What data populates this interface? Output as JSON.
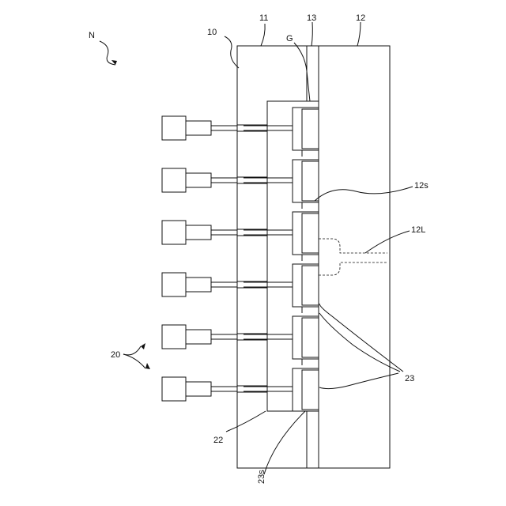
{
  "figure": {
    "labels": {
      "n": "N",
      "ref_10": "10",
      "ref_11": "11",
      "ref_13": "13",
      "ref_12": "12",
      "g": "G",
      "ref_12s": "12s",
      "ref_12l": "12L",
      "ref_20": "20",
      "ref_22": "22",
      "ref_23": "23",
      "ref_23s": "23s"
    },
    "unit_count": 6
  }
}
